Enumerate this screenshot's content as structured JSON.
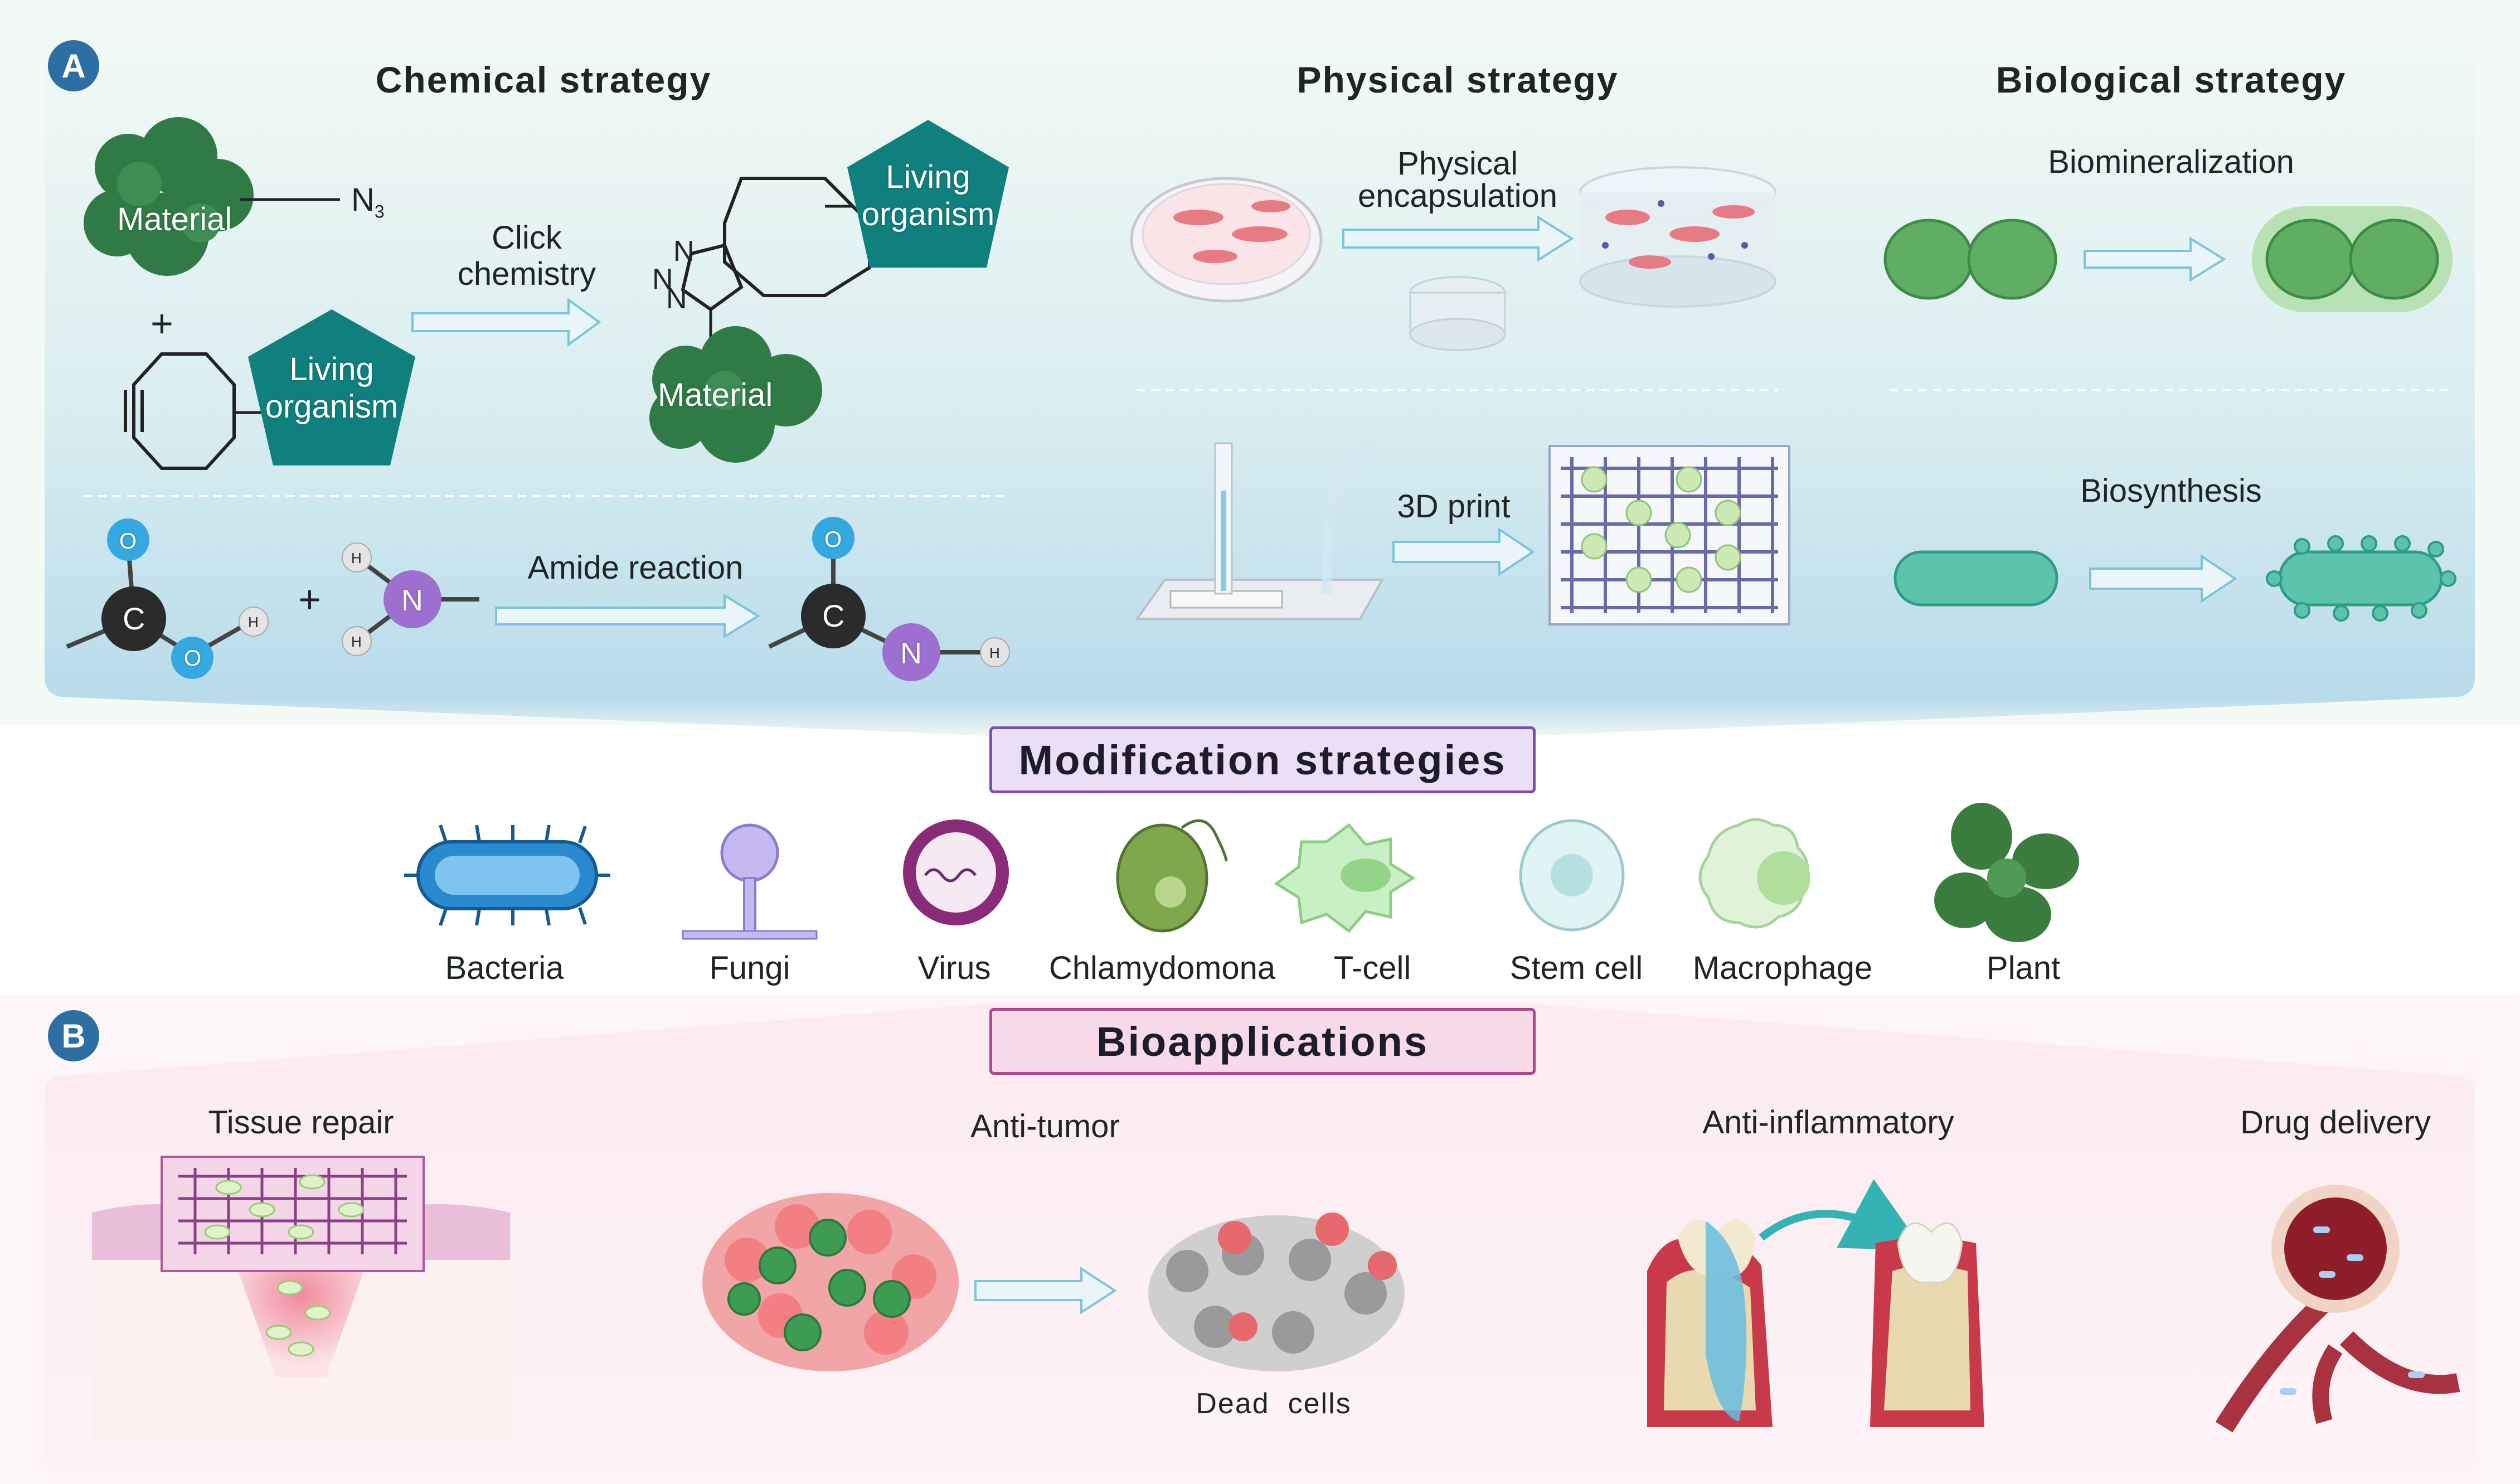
{
  "panel_a": {
    "badge": "A",
    "chemical": {
      "heading": "Chemical strategy",
      "material_1": "Material",
      "azide": "N",
      "azide_sub": "3",
      "plus_1": "+",
      "living_1": "Living\norganism",
      "click_label": "Click\nchemistry",
      "living_2": "Living\norganism",
      "triazole_n1": "N",
      "triazole_n2": "N",
      "triazole_n3": "N",
      "material_2": "Material",
      "amide_label": "Amide reaction",
      "plus_2": "+",
      "atom_o": "O",
      "atom_c": "C",
      "atom_n": "N",
      "atom_h": "H"
    },
    "physical": {
      "heading": "Physical strategy",
      "encapsulation_label": "Physical\nencapsulation",
      "print_label": "3D print"
    },
    "biological": {
      "heading": "Biological strategy",
      "biomineralization": "Biomineralization",
      "biosynthesis": "Biosynthesis"
    }
  },
  "modification_title": "Modification strategies",
  "organisms": [
    "Bacteria",
    "Fungi",
    "Virus",
    "Chlamydomona",
    "T-cell",
    "Stem cell",
    "Macrophage",
    "Plant"
  ],
  "panel_b": {
    "badge": "B",
    "title": "Bioapplications",
    "tissue_repair": "Tissue repair",
    "anti_tumor": "Anti-tumor",
    "dead_cells": "Dead  cells",
    "anti_inflammatory": "Anti-inflammatory",
    "drug_delivery": "Drug delivery"
  },
  "colors": {
    "panel_a_top": "#f2f9f4",
    "panel_a_bottom": "#b9dbea",
    "panel_b": "#fbe9ef",
    "modification_box": "#eadff7",
    "modification_border": "#7a4db0",
    "bio_box": "#f7d9e8",
    "bio_border": "#b0478b",
    "material_green": "#2f7a45",
    "teal_pentagon": "#10807e",
    "arrow_fill": "#e9f4f8",
    "arrow_stroke": "#7cc4dc",
    "oxygen": "#35a8df",
    "nitrogen": "#9c6fd1",
    "carbon": "#2b2b2b"
  }
}
